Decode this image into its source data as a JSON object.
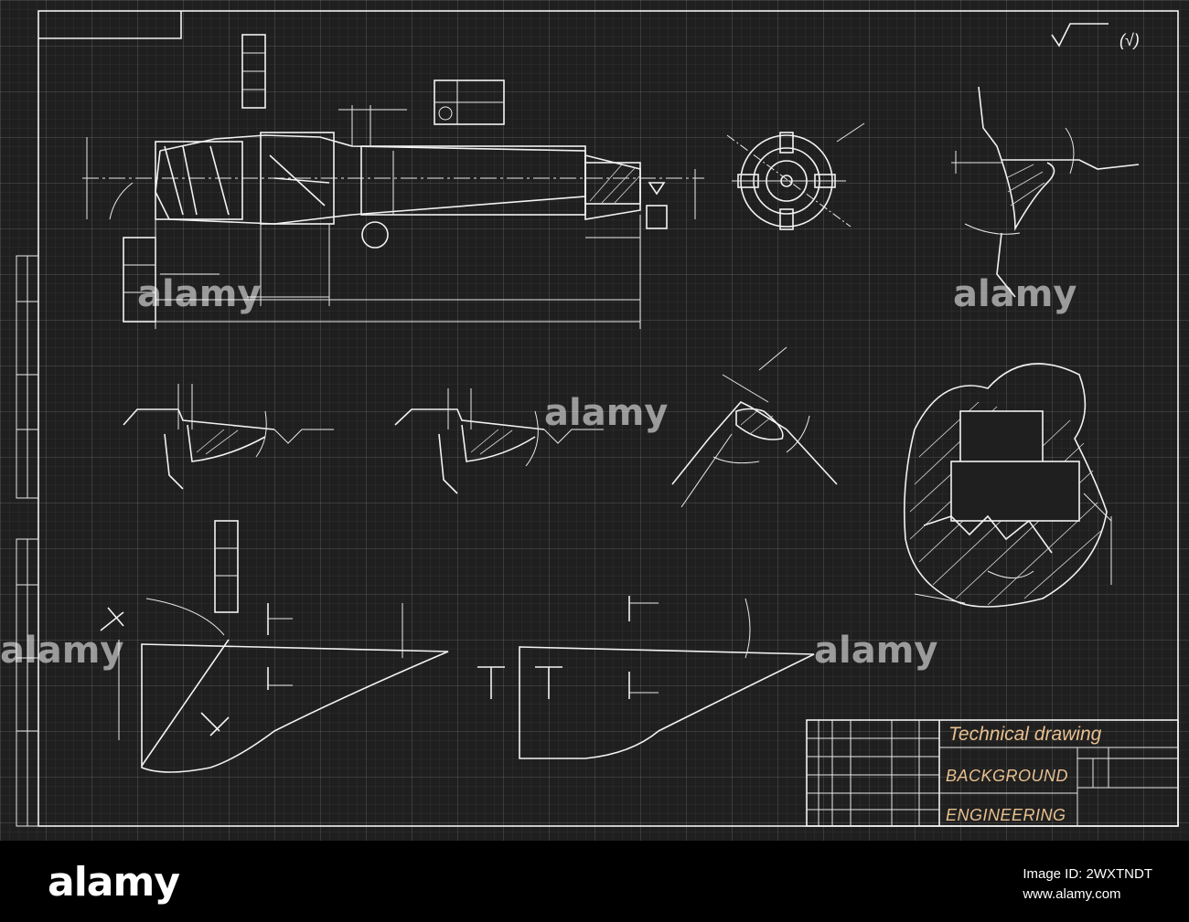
{
  "drawing": {
    "roughness_symbol": "(√)",
    "title_block": {
      "title": "Technical drawing",
      "line1": "BACKGROUND",
      "line2": "ENGINEERING"
    },
    "watermark": "alamy"
  },
  "footer": {
    "logo": "alamy",
    "image_id": "Image ID: 2WXTNDT",
    "site": "www.alamy.com"
  },
  "colors": {
    "sheet": "#1f1f1f",
    "lines": "#f2f2f2",
    "title_text": "#e8c08f",
    "footer": "#000000"
  }
}
